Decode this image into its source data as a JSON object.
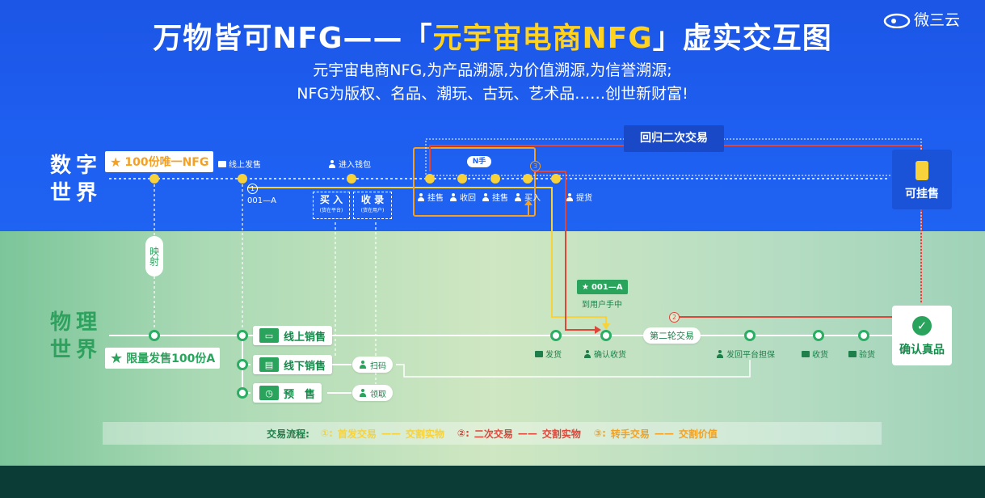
{
  "header": {
    "title_prefix": "万物皆可NFG——「",
    "title_highlight": "元宇宙电商NFG",
    "title_suffix": "」虚实交互图",
    "subtitle_line1": "元宇宙电商NFG,为产品溯源,为价值溯源,为信誉溯源;",
    "subtitle_line2": "NFG为版权、名品、潮玩、古玩、艺术品……创世新财富!",
    "brand": "微三云"
  },
  "digital_world": {
    "label": "数字世界",
    "nfg_badge": "100份唯一NFG",
    "online_release": "线上发售",
    "token_id": "001—A",
    "step1_marker": "1",
    "into_wallet": "进入钱包",
    "buy_label": "买 入",
    "buy_sub": "(货在平台)",
    "receive_label": "收 录",
    "receive_sub": "(货在用户)",
    "n_hand": "N手",
    "step3_marker": "3",
    "actions": [
      "挂售",
      "收回",
      "挂售",
      "买入"
    ],
    "pickup": "提货",
    "return_trade": "回归二次交易",
    "listable": "可挂售"
  },
  "physical_world": {
    "label": "物理世界",
    "mapping": "映射",
    "limited_release": "限量发售100份A",
    "sales": [
      "线上销售",
      "线下销售",
      "预　售"
    ],
    "scan": "扫码",
    "claim": "领取",
    "ship": "发货",
    "confirm_receipt": "确认收货",
    "token_badge": "001—A",
    "to_user": "到用户手中",
    "step2_marker": "2",
    "second_round": "第二轮交易",
    "ship_back": "发回平台担保",
    "receive": "收货",
    "inspect": "验货",
    "confirm_genuine": "确认真品"
  },
  "legend": {
    "prefix": "交易流程:",
    "item1_num": "①:",
    "item1_name": "首发交易",
    "item1_arrow": "——",
    "item1_value": "交割实物",
    "item2_num": "②:",
    "item2_name": "二次交易",
    "item2_arrow": "——",
    "item2_value": "交割实物",
    "item3_num": "③:",
    "item3_name": "转手交易",
    "item3_arrow": "——",
    "item3_value": "交割价值"
  },
  "colors": {
    "sky": "#1e5ef0",
    "yellow": "#f7d23a",
    "green": "#2bae64",
    "red": "#e0453a",
    "orange": "#f5a020"
  }
}
